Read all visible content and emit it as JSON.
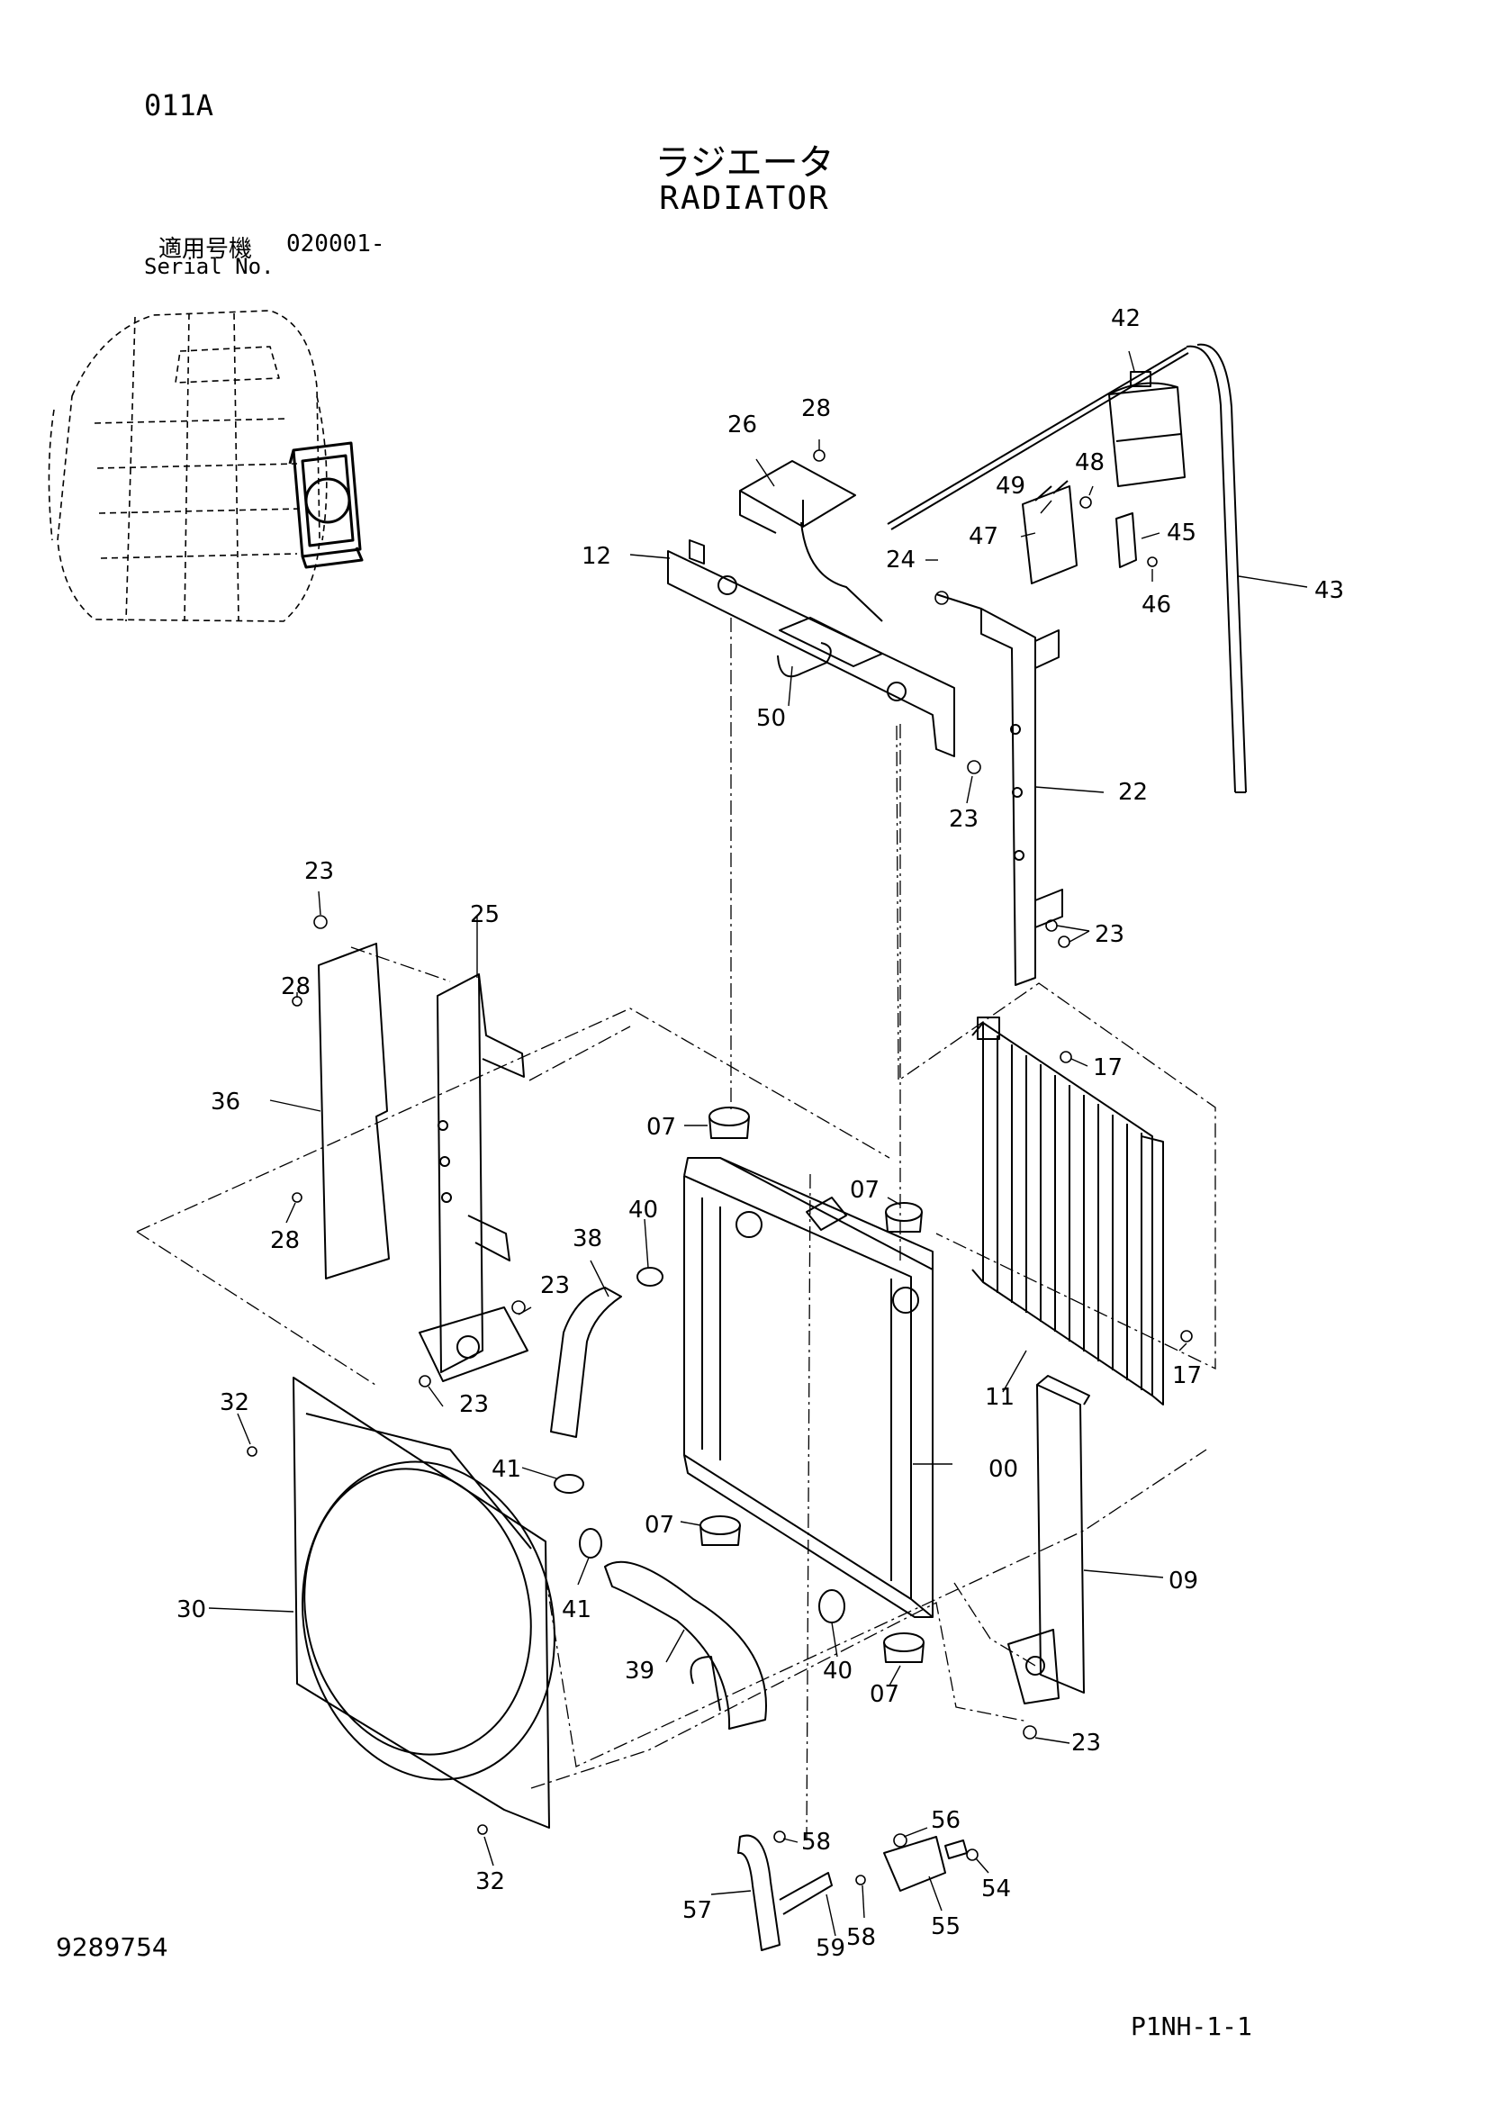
{
  "header": {
    "sheet_code": "011A",
    "title_jp": "ラジエータ",
    "title_en": "RADIATOR",
    "serial_label_jp": "適用号機",
    "serial_range": "020001-",
    "serial_label_en": "Serial No."
  },
  "footer": {
    "drawing_number": "9289754",
    "page_ref": "P1NH-1-1"
  },
  "part_labels": [
    {
      "id": "p42",
      "text": "42"
    },
    {
      "id": "p28a",
      "text": "28"
    },
    {
      "id": "p26",
      "text": "26"
    },
    {
      "id": "p48",
      "text": "48"
    },
    {
      "id": "p49",
      "text": "49"
    },
    {
      "id": "p45",
      "text": "45"
    },
    {
      "id": "p47",
      "text": "47"
    },
    {
      "id": "p24",
      "text": "24"
    },
    {
      "id": "p12",
      "text": "12"
    },
    {
      "id": "p46",
      "text": "46"
    },
    {
      "id": "p43",
      "text": "43"
    },
    {
      "id": "p50",
      "text": "50"
    },
    {
      "id": "p23a",
      "text": "23"
    },
    {
      "id": "p22",
      "text": "22"
    },
    {
      "id": "p23b",
      "text": "23"
    },
    {
      "id": "p25",
      "text": "25"
    },
    {
      "id": "p23c",
      "text": "23"
    },
    {
      "id": "p28b",
      "text": "28"
    },
    {
      "id": "p36",
      "text": "36"
    },
    {
      "id": "p17a",
      "text": "17"
    },
    {
      "id": "p07a",
      "text": "07"
    },
    {
      "id": "p07b",
      "text": "07"
    },
    {
      "id": "p40a",
      "text": "40"
    },
    {
      "id": "p38",
      "text": "38"
    },
    {
      "id": "p28c",
      "text": "28"
    },
    {
      "id": "p23d",
      "text": "23"
    },
    {
      "id": "p17b",
      "text": "17"
    },
    {
      "id": "p32a",
      "text": "32"
    },
    {
      "id": "p23e",
      "text": "23"
    },
    {
      "id": "p11",
      "text": "11"
    },
    {
      "id": "p41a",
      "text": "41"
    },
    {
      "id": "p00",
      "text": "00"
    },
    {
      "id": "p07c",
      "text": "07"
    },
    {
      "id": "p41b",
      "text": "41"
    },
    {
      "id": "p30",
      "text": "30"
    },
    {
      "id": "p09",
      "text": "09"
    },
    {
      "id": "p39",
      "text": "39"
    },
    {
      "id": "p40b",
      "text": "40"
    },
    {
      "id": "p07d",
      "text": "07"
    },
    {
      "id": "p23f",
      "text": "23"
    },
    {
      "id": "p56",
      "text": "56"
    },
    {
      "id": "p58a",
      "text": "58"
    },
    {
      "id": "p32b",
      "text": "32"
    },
    {
      "id": "p54",
      "text": "54"
    },
    {
      "id": "p57",
      "text": "57"
    },
    {
      "id": "p55",
      "text": "55"
    },
    {
      "id": "p58b",
      "text": "58"
    },
    {
      "id": "p59",
      "text": "59"
    }
  ]
}
